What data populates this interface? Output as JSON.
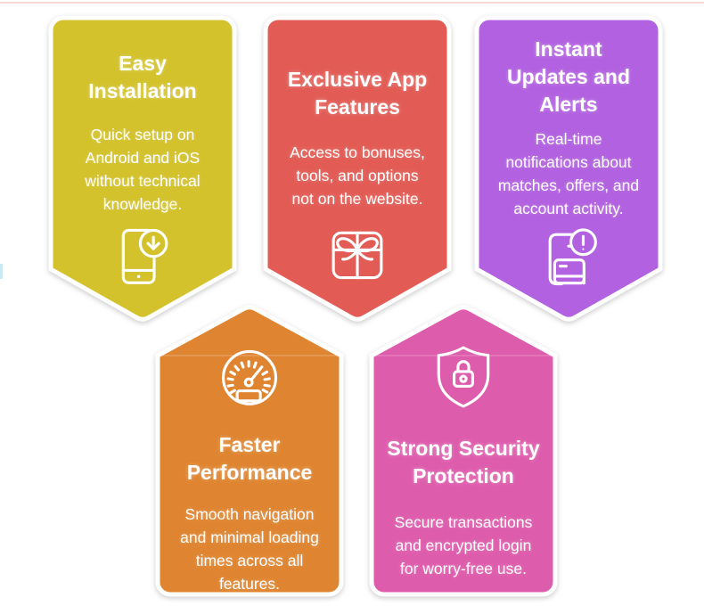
{
  "page": {
    "background_color": "#ffffff",
    "top_border_color": "#f6d9d2",
    "left_accent_color": "#c9eaf2",
    "text_color": "#ffffff",
    "outline_color": "#ffffff"
  },
  "cards": [
    {
      "title_lines": [
        "Easy",
        "Installation"
      ],
      "body_lines": [
        "Quick setup on",
        "Android and iOS",
        "without technical",
        "knowledge."
      ],
      "color": "#d3c22b",
      "icon": "phone-download-icon",
      "direction": "point-down"
    },
    {
      "title_lines": [
        "Exclusive App",
        "Features"
      ],
      "body_lines": [
        "Access to bonuses,",
        "tools, and options",
        "not on the website."
      ],
      "color": "#e25c55",
      "icon": "gift-icon",
      "direction": "point-down"
    },
    {
      "title_lines": [
        "Instant",
        "Updates and",
        "Alerts"
      ],
      "body_lines": [
        "Real-time",
        "notifications about",
        "matches, offers, and",
        "account activity."
      ],
      "color": "#b261e0",
      "icon": "phone-alert-icon",
      "direction": "point-down"
    },
    {
      "title_lines": [
        "Faster",
        "Performance"
      ],
      "body_lines": [
        "Smooth navigation",
        "and minimal loading",
        "times across all",
        "features."
      ],
      "color": "#df8531",
      "icon": "speedometer-icon",
      "direction": "point-up"
    },
    {
      "title_lines": [
        "Strong Security",
        "Protection"
      ],
      "body_lines": [
        "Secure transactions",
        "and encrypted login",
        "for worry-free use."
      ],
      "color": "#de5cac",
      "icon": "shield-lock-icon",
      "direction": "point-up"
    }
  ]
}
